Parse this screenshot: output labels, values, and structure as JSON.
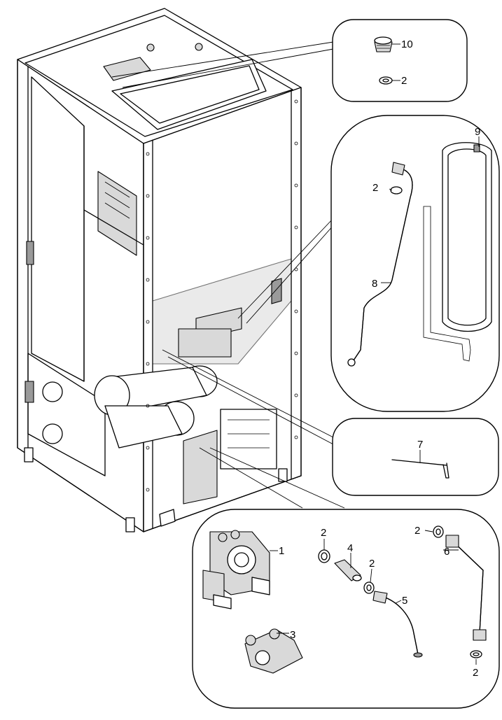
{
  "diagram": {
    "callouts": {
      "top_valve_group": {
        "labels": [
          "10",
          "2"
        ]
      },
      "expansion_group": {
        "labels": [
          "9",
          "2",
          "8"
        ]
      },
      "rod_group": {
        "labels": [
          "7"
        ]
      },
      "pump_group": {
        "labels": [
          "1",
          "3",
          "2",
          "4",
          "2",
          "5",
          "2",
          "6",
          "2"
        ]
      }
    }
  }
}
